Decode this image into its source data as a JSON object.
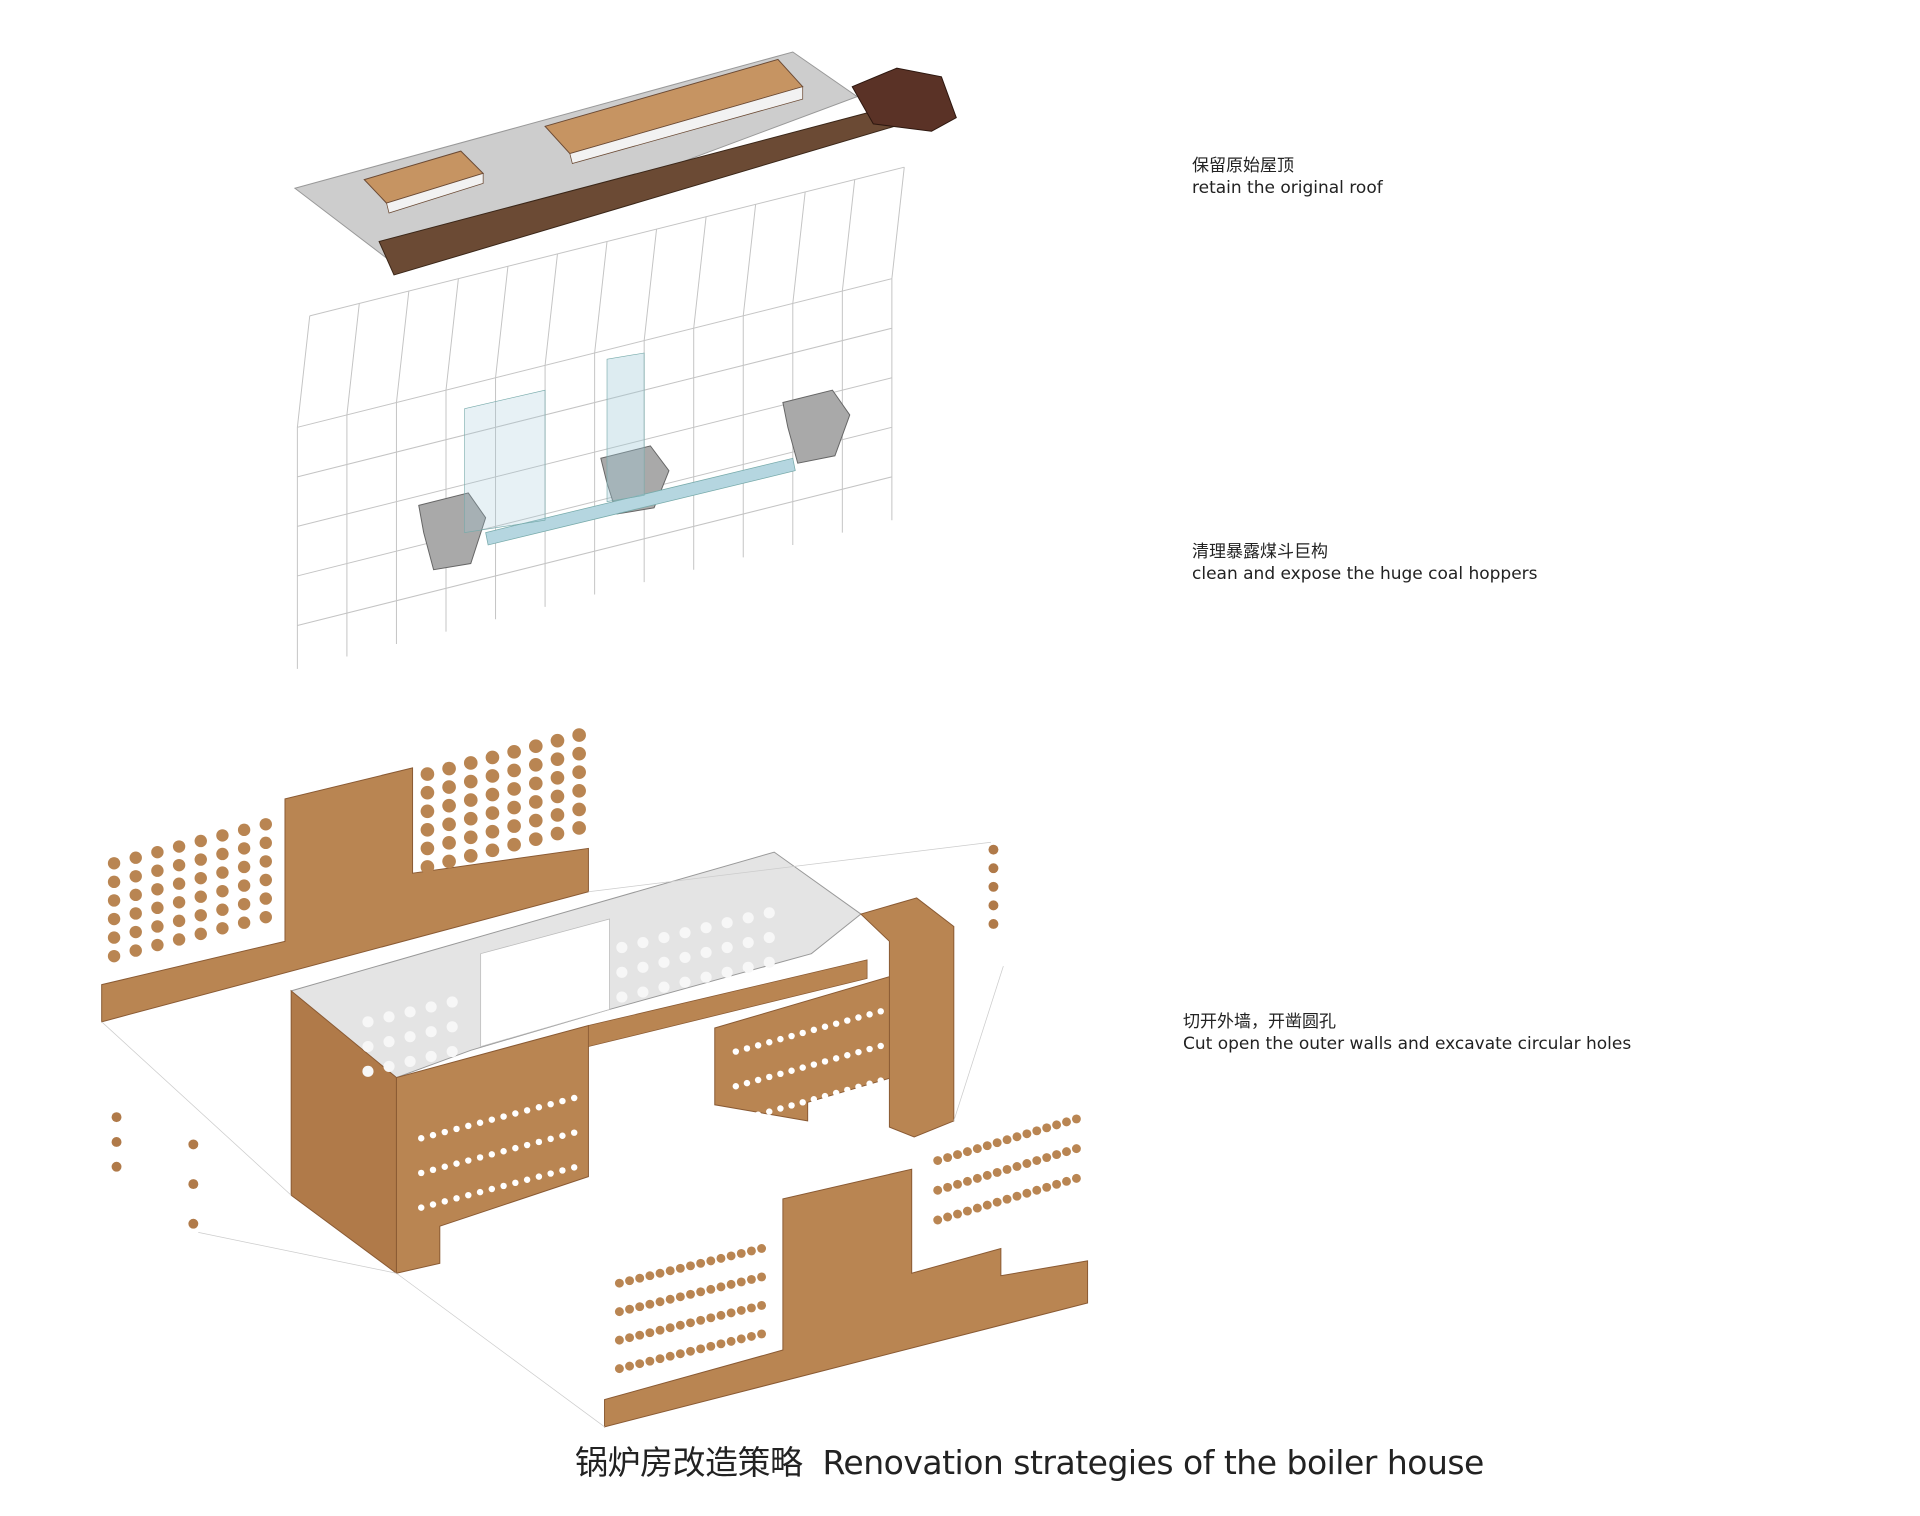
{
  "annotations": [
    {
      "zh": "保留原始屋顶",
      "en": "retain the original roof"
    },
    {
      "zh": "清理暴露煤斗巨构",
      "en": "clean and expose the huge coal hoppers"
    },
    {
      "zh": "切开外墙，开凿圆孔",
      "en": "Cut open the outer walls and excavate circular holes"
    }
  ],
  "title": {
    "zh": "锅炉房改造策略",
    "en": "Renovation strategies of the boiler house"
  },
  "colors": {
    "brick": "#b98552",
    "brick_dark": "#8a5a33",
    "roof": "#cfcfcf",
    "wall": "#e6e6e6",
    "frame": "#bfbfbf",
    "tower": "#5a3226",
    "glass": "#9fc8d8"
  }
}
